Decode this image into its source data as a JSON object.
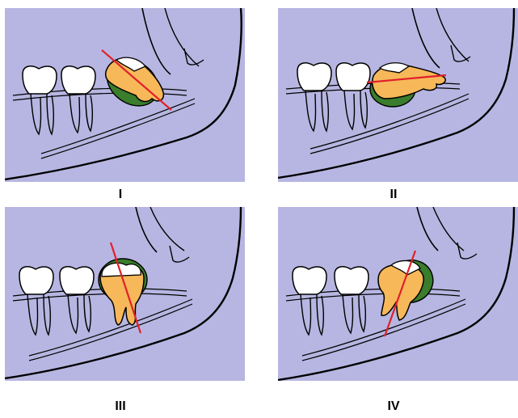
{
  "panels": [
    {
      "id": "panel-1",
      "label": "I"
    },
    {
      "id": "panel-2",
      "label": "II"
    },
    {
      "id": "panel-3",
      "label": "III"
    },
    {
      "id": "panel-4",
      "label": "IV"
    }
  ],
  "colors": {
    "background": "#b7b6e2",
    "tooth_fill": "#ffffff",
    "outline": "#000000",
    "impacted_tooth": "#f7b85a",
    "follicle": "#3a7d2c",
    "axis_line": "#e0202a"
  },
  "icons": [
    "molar-icon",
    "impacted-molar-icon",
    "axis-line"
  ]
}
